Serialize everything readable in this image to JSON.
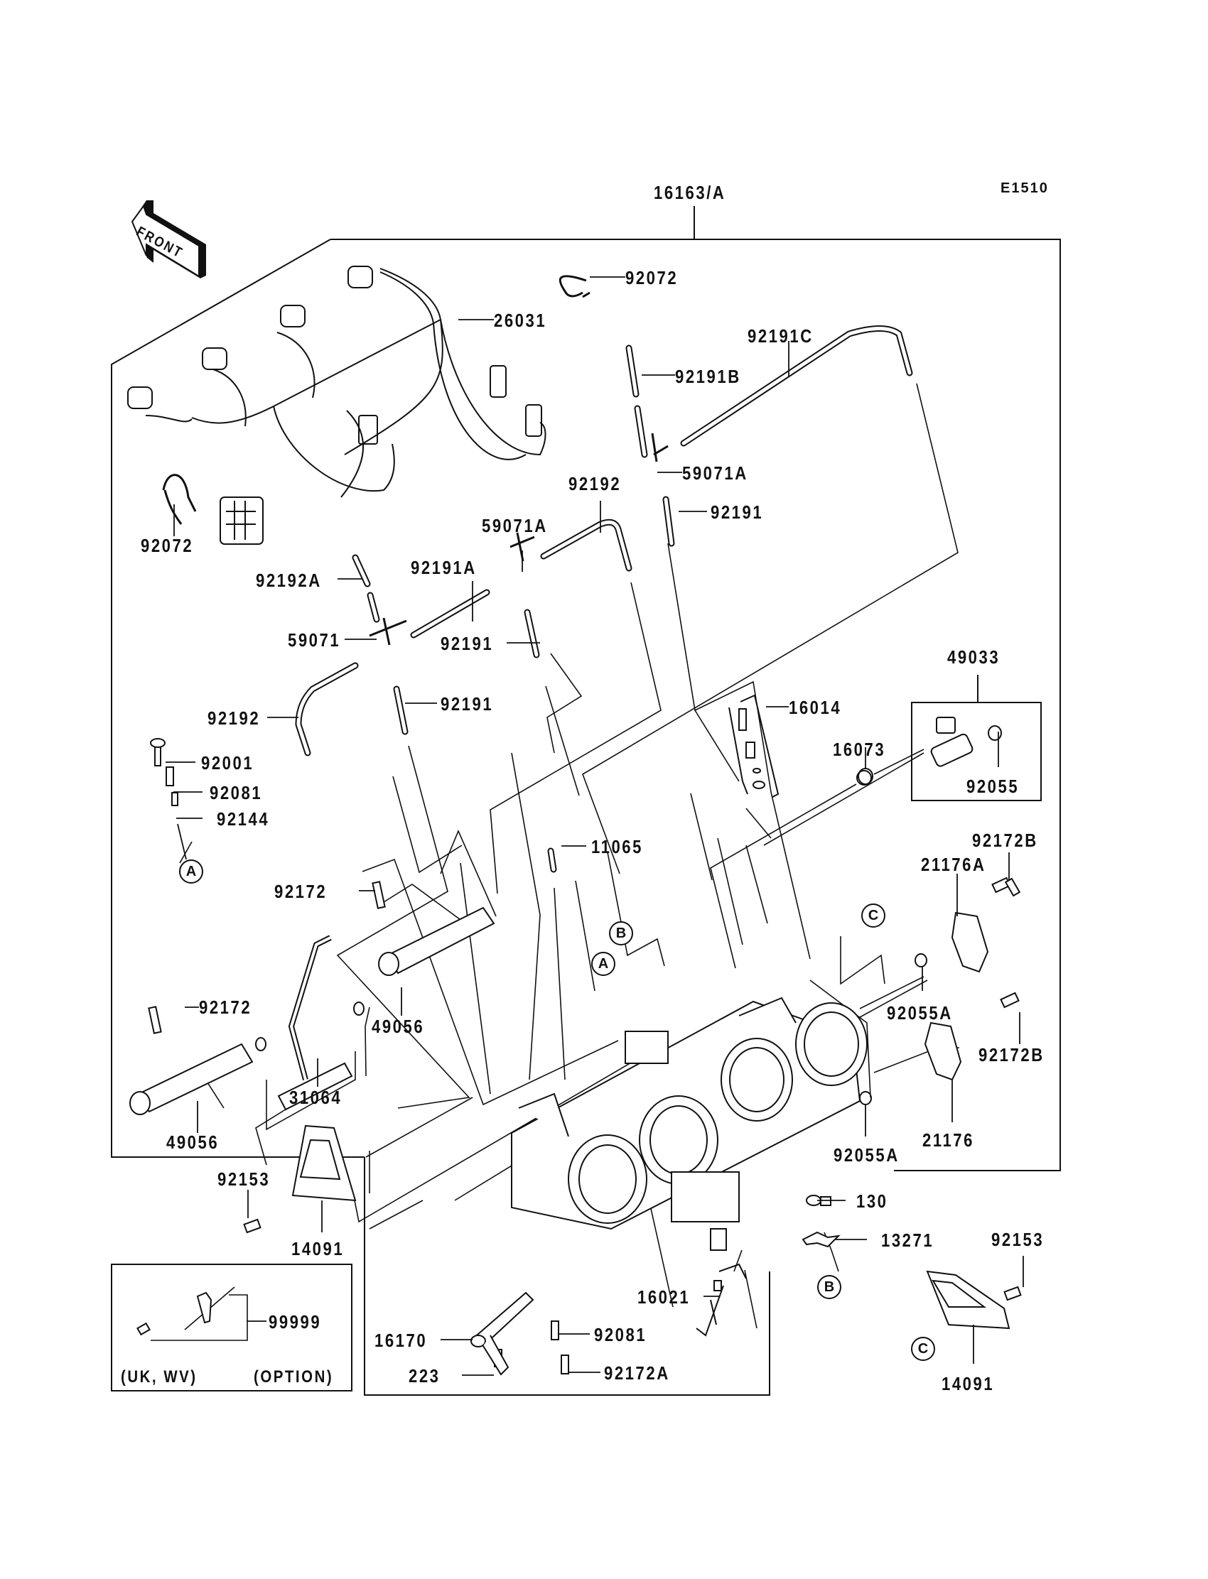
{
  "diagram": {
    "code": "E1510",
    "front_arrow": "FRONT",
    "assembly_label": "16163/A",
    "labels": {
      "p92072_top": "92072",
      "p26031": "26031",
      "p92191C": "92191C",
      "p92191B": "92191B",
      "p59071A_right": "59071A",
      "p92191_right": "92191",
      "p92072_left": "92072",
      "p92192_top": "92192",
      "p59071A_mid": "59071A",
      "p92192A": "92192A",
      "p92191A": "92191A",
      "p59071": "59071",
      "p92191_mid": "92191",
      "p92192_left": "92192",
      "p92191_low": "92191",
      "p16014": "16014",
      "p49033": "49033",
      "p16073": "16073",
      "p92055": "92055",
      "p92001": "92001",
      "p92081_left": "92081",
      "p92144": "92144",
      "p11065": "11065",
      "p92172B_top": "92172B",
      "p21176A": "21176A",
      "p92172_upper": "92172",
      "p92055A_upper": "92055A",
      "p92172B_lower": "92172B",
      "p92172_lower": "92172",
      "p49056_right": "49056",
      "p31064": "31064",
      "p49056_left": "49056",
      "p21176": "21176",
      "p92055A_lower": "92055A",
      "p92153_left": "92153",
      "p14091_left": "14091",
      "p130": "130",
      "p13271": "13271",
      "p92153_right": "92153",
      "p16021": "16021",
      "p99999": "99999",
      "p16170": "16170",
      "p92081_bottom": "92081",
      "p223": "223",
      "p92172A": "92172A",
      "p14091_right": "14091"
    },
    "option_box": {
      "region_note": "(UK, WV)",
      "option_note": "(OPTION)"
    },
    "callouts": {
      "A_left": "A",
      "A_center": "A",
      "B_center": "B",
      "B_bracket": "B",
      "C_center": "C",
      "C_cover": "C"
    }
  }
}
